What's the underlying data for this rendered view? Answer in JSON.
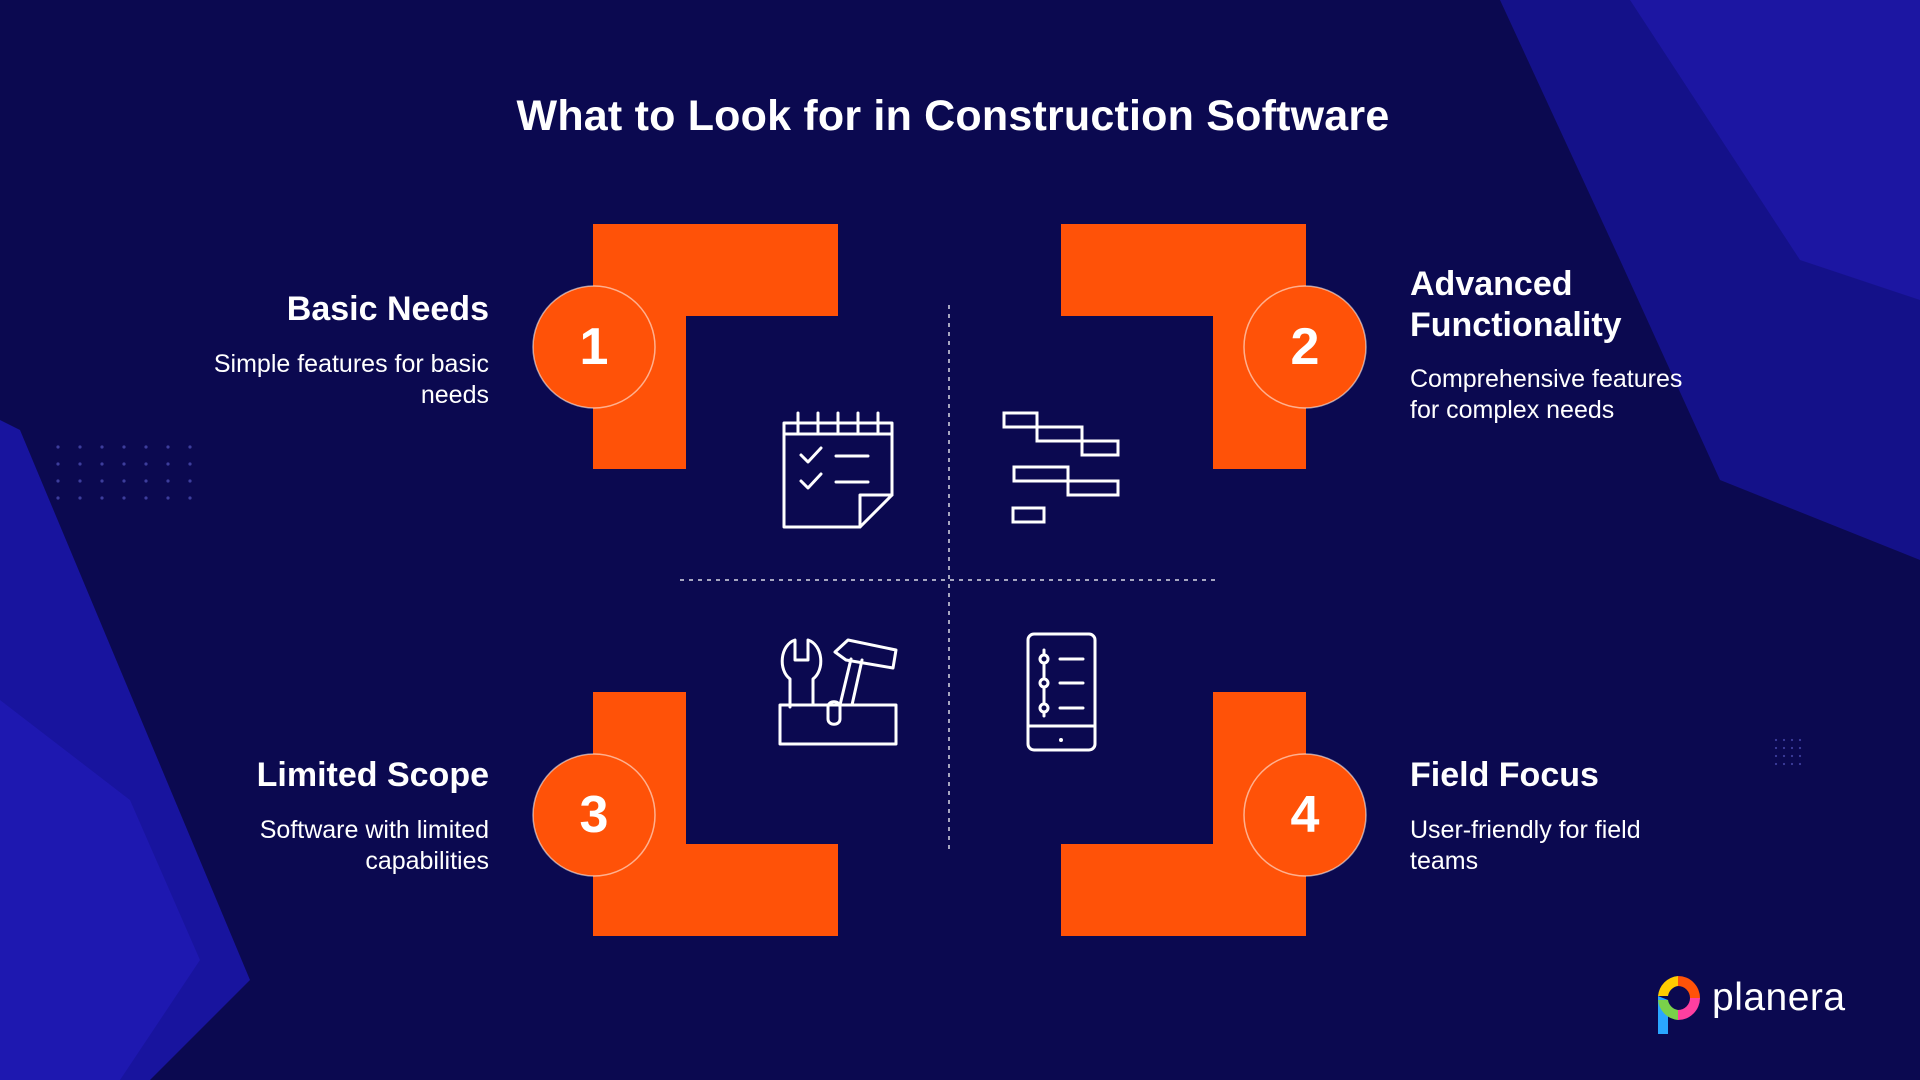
{
  "title": "What to Look for in Construction Software",
  "items": [
    {
      "number": "1",
      "heading": "Basic Needs",
      "description": "Simple features for basic needs",
      "icon": "checklist-calendar-icon"
    },
    {
      "number": "2",
      "heading": "Advanced Functionality",
      "description": "Comprehensive features for complex needs",
      "icon": "gantt-chart-icon"
    },
    {
      "number": "3",
      "heading": "Limited Scope",
      "description": "Software with limited capabilities",
      "icon": "toolbox-icon"
    },
    {
      "number": "4",
      "heading": "Field Focus",
      "description": "User-friendly for field teams",
      "icon": "mobile-checklist-icon"
    }
  ],
  "brand": {
    "name": "planera"
  },
  "colors": {
    "background": "#0b0950",
    "accent": "#ff5208",
    "text": "#ffffff",
    "shape": "#1e18b8"
  }
}
